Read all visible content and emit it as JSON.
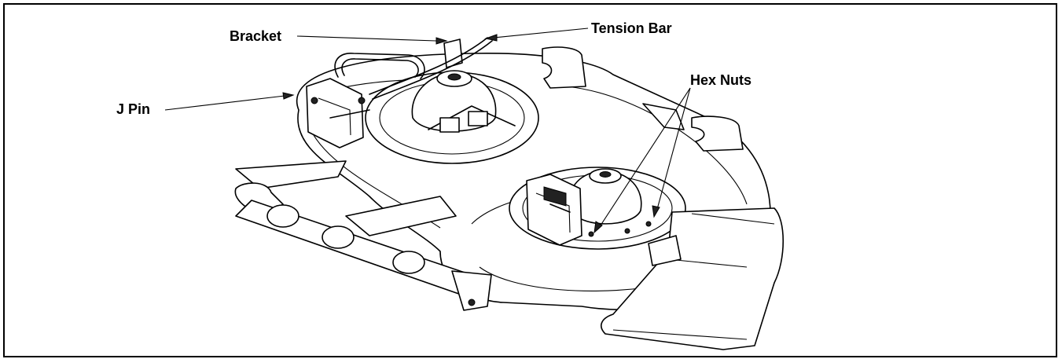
{
  "labels": {
    "bracket": "Bracket",
    "tension_bar": "Tension Bar",
    "hex_nuts": "Hex Nuts",
    "j_pin": "J Pin"
  }
}
